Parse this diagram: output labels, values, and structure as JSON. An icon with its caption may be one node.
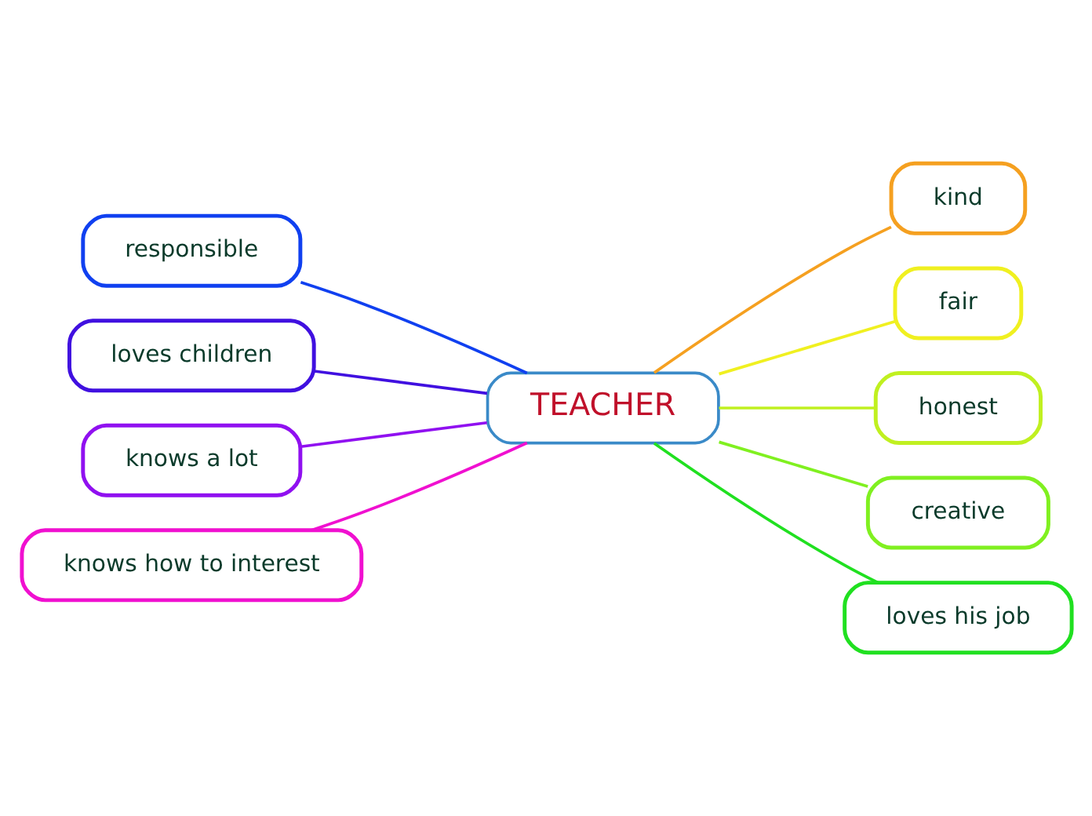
{
  "diagram": {
    "nodes": [
      {
        "text": [
          "TEACHER"
        ]
      },
      {
        "text": [
          "responsible"
        ]
      },
      {
        "text": [
          "loves children"
        ]
      },
      {
        "text": [
          "knows a lot"
        ]
      },
      {
        "text": [
          "knows how to interest"
        ]
      },
      {
        "text": [
          "kind"
        ]
      },
      {
        "text": [
          "fair"
        ]
      },
      {
        "text": [
          "honest"
        ]
      },
      {
        "text": [
          "creative"
        ]
      },
      {
        "text": [
          "loves his job"
        ]
      }
    ],
    "edges": [
      {
        "from": 1,
        "to": 0,
        "arrow": "none",
        "color": "#1040f0"
      },
      {
        "from": 2,
        "to": 0,
        "arrow": "none",
        "color": "#4010e0"
      },
      {
        "from": 3,
        "to": 0,
        "arrow": "none",
        "color": "#9010f0"
      },
      {
        "from": 4,
        "to": 0,
        "arrow": "none",
        "color": "#f010d0"
      },
      {
        "from": 0,
        "to": 5,
        "arrow": "none",
        "color": "#f5a020"
      },
      {
        "from": 0,
        "to": 6,
        "arrow": "none",
        "color": "#f0f020"
      },
      {
        "from": 0,
        "to": 7,
        "arrow": "none",
        "color": "#c0f020"
      },
      {
        "from": 0,
        "to": 8,
        "arrow": "none",
        "color": "#80f020"
      },
      {
        "from": 0,
        "to": 9,
        "arrow": "none",
        "color": "#20e020"
      }
    ]
  }
}
